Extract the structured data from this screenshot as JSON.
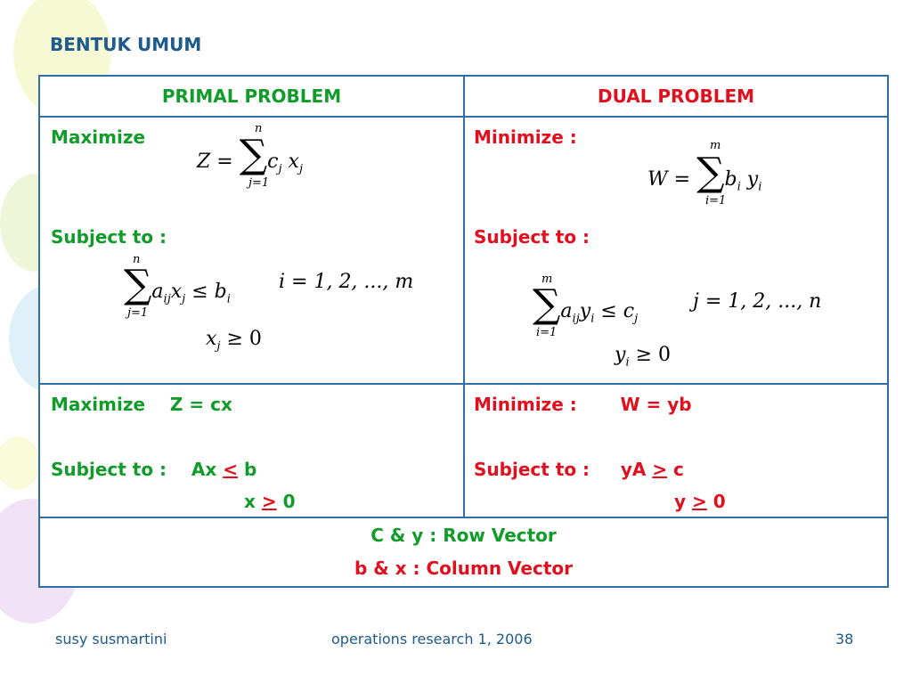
{
  "slide": {
    "title": "BENTUK UMUM",
    "primal_header": "PRIMAL PROBLEM",
    "dual_header": "DUAL PROBLEM",
    "primal": {
      "maximize_label": "Maximize",
      "subject_label": "Subject to :",
      "objective": {
        "lhs": "Z",
        "eq": "=",
        "term1": "c",
        "sub1": "j",
        "term2": "x",
        "sub2": "j",
        "upper": "n",
        "lower": "j=1"
      },
      "constraint": {
        "a": "a",
        "a_sub": "ij",
        "x": "x",
        "x_sub": "j",
        "op": "≤",
        "b": "b",
        "b_sub": "i",
        "range": "i = 1, 2, ..., m",
        "upper": "n",
        "lower": "j=1"
      },
      "nonneg": {
        "var": "x",
        "sub": "j",
        "op": "≥ 0"
      },
      "matrix_maximize": "Maximize    Z = cx",
      "matrix_subject": "Subject to :    Ax ",
      "matrix_op": "<",
      "matrix_rhs": " b",
      "matrix_nonneg_var": "x ",
      "matrix_nonneg_op": ">",
      "matrix_nonneg_rhs": " 0"
    },
    "dual": {
      "minimize_label": "Minimize :",
      "subject_label": "Subject to :",
      "objective": {
        "lhs": "W",
        "eq": "=",
        "term1": "b",
        "sub1": "i",
        "term2": "y",
        "sub2": "i",
        "upper": "m",
        "lower": "i=1"
      },
      "constraint": {
        "a": "a",
        "a_sub": "ij",
        "y": "y",
        "y_sub": "i",
        "op": "≤",
        "c": "c",
        "c_sub": "j",
        "range": "j = 1, 2, ..., n",
        "upper": "m",
        "lower": "i=1"
      },
      "nonneg": {
        "var": "y",
        "sub": "i",
        "op": "≥ 0"
      },
      "matrix_minimize": "Minimize :       W = yb",
      "matrix_subject": "Subject to :     yA ",
      "matrix_op": ">",
      "matrix_rhs": " c",
      "matrix_nonneg_var": "y ",
      "matrix_nonneg_op": ">",
      "matrix_nonneg_rhs": " 0"
    },
    "footnote_line1": "C & y  :  Row Vector",
    "footnote_line2": "b & x  :  Column Vector",
    "footer_left": "susy susmartini",
    "footer_center": "operations research 1, 2006",
    "footer_right": "38"
  }
}
